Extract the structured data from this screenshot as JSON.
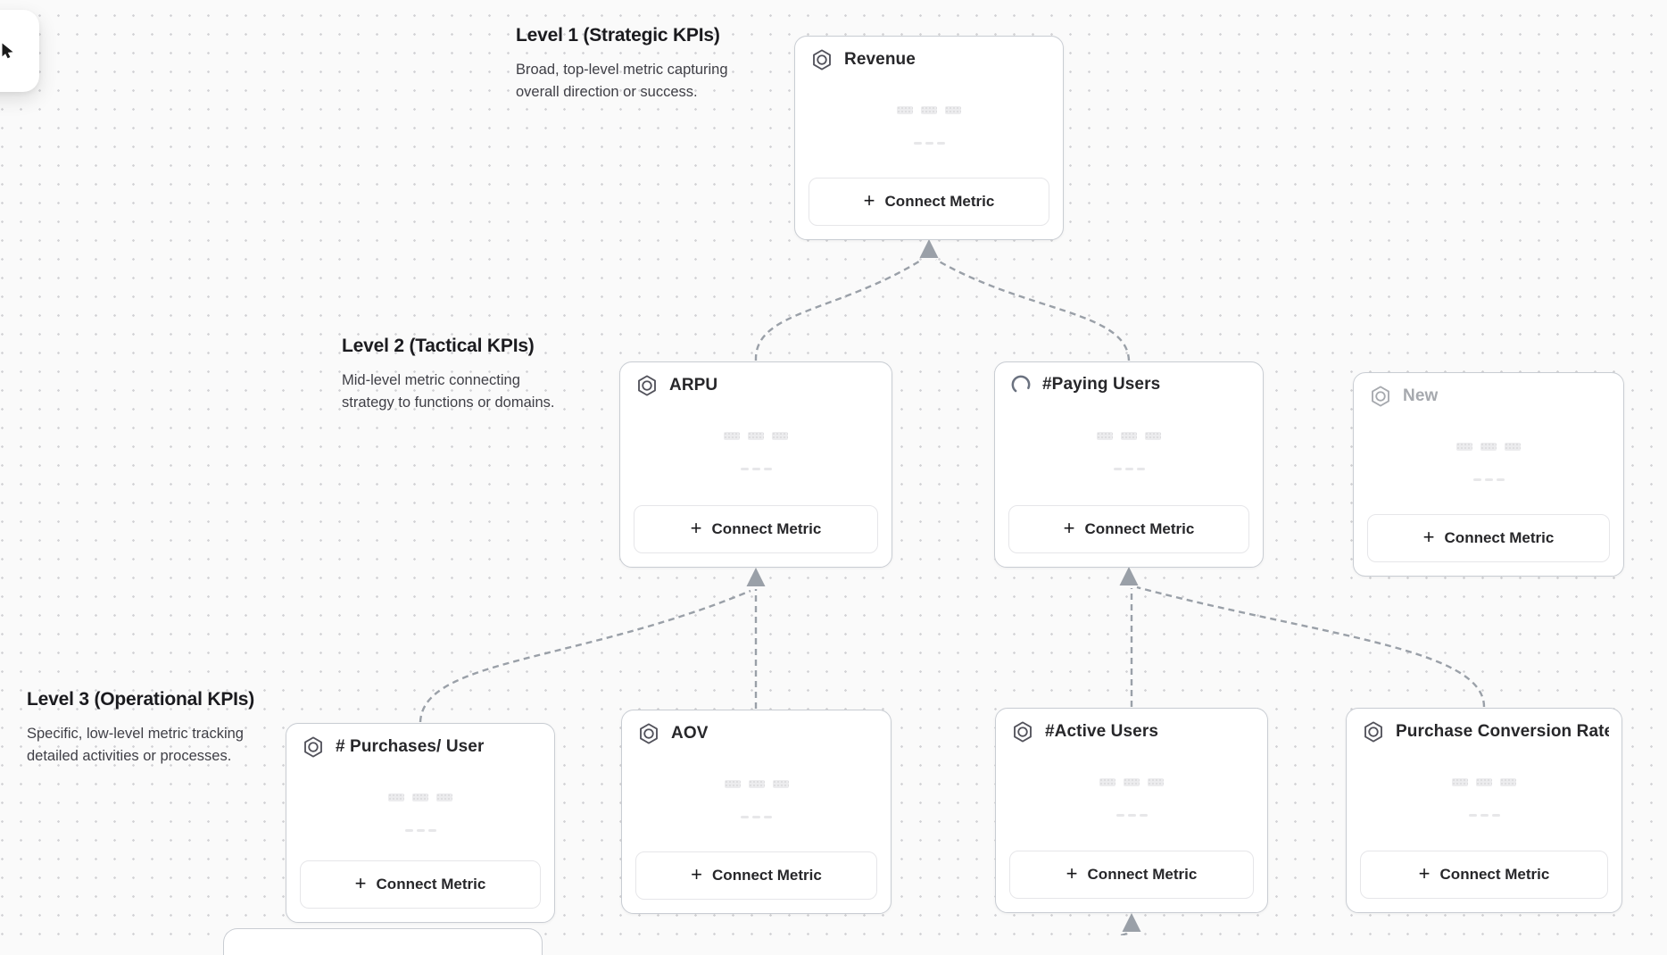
{
  "canvas": {
    "background": "#fafafa",
    "dot_color": "#d2d2d5",
    "connector_color": "#9aa0a8",
    "card_border": "#c9cdd3",
    "text_primary": "#27272a",
    "text_muted": "#a6a9ae"
  },
  "toolbar": {
    "active_tool": "cursor"
  },
  "levels": [
    {
      "title": "Level 1 (Strategic KPIs)",
      "desc_lines": [
        "Broad, top-level metric capturing",
        "overall direction or success."
      ]
    },
    {
      "title": "Level 2 (Tactical KPIs)",
      "desc_lines": [
        "Mid-level metric connecting",
        "strategy to functions or domains."
      ]
    },
    {
      "title": "Level 3 (Operational KPIs)",
      "desc_lines": [
        "Specific, low-level metric tracking",
        "detailed activities or processes."
      ]
    }
  ],
  "cards": [
    {
      "id": "revenue",
      "title": "Revenue",
      "icon": "metric-hexagon",
      "state": "default"
    },
    {
      "id": "arpu",
      "title": "ARPU",
      "icon": "metric-hexagon",
      "state": "default"
    },
    {
      "id": "paying-users",
      "title": "#Paying Users",
      "icon": "spinner",
      "state": "loading"
    },
    {
      "id": "new",
      "title": "New",
      "icon": "metric-hexagon",
      "state": "placeholder"
    },
    {
      "id": "purchases-per-user",
      "title": "# Purchases/ User",
      "icon": "metric-hexagon",
      "state": "default"
    },
    {
      "id": "aov",
      "title": "AOV",
      "icon": "metric-hexagon",
      "state": "default"
    },
    {
      "id": "active-users",
      "title": "#Active Users",
      "icon": "metric-hexagon",
      "state": "default"
    },
    {
      "id": "purchase-conversion-rate",
      "title": "Purchase Conversion Rate",
      "icon": "metric-hexagon",
      "state": "default"
    }
  ],
  "ui": {
    "connect_metric_label": "Connect Metric",
    "plus": "+"
  }
}
